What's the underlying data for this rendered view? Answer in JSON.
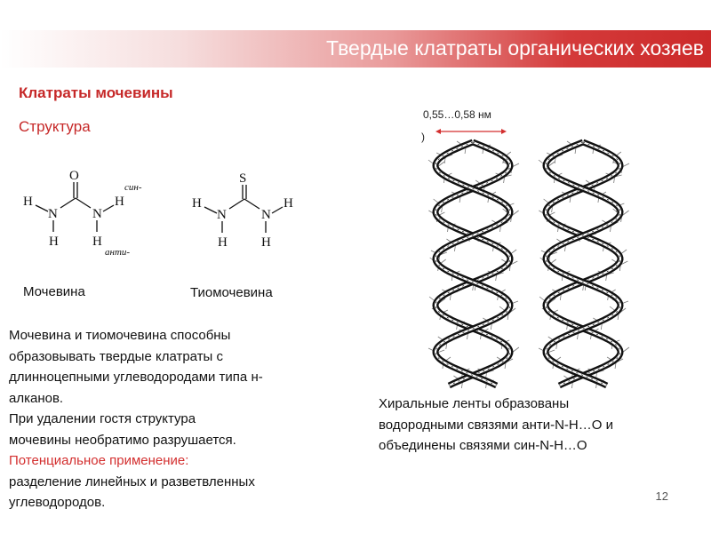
{
  "header": {
    "title": "Твердые клатраты органических хозяев"
  },
  "section": {
    "title": "Клатраты мочевины",
    "subtitle": "Структура"
  },
  "molecules": {
    "urea": {
      "name": "Мочевина",
      "atoms": {
        "O": "O",
        "H": "H",
        "N": "N"
      },
      "syn_label": "син-",
      "anti_label": "анти-"
    },
    "thiourea": {
      "name": "Тиомочевина",
      "atoms": {
        "S": "S",
        "H": "H",
        "N": "N"
      }
    }
  },
  "body": {
    "lines": [
      "Мочевина и тиомочевина способны",
      "образовывать твердые клатраты с",
      "длинноцепными углеводородами типа н-",
      "алканов.",
      "При удалении гостя структура",
      "мочевины необратимо разрушается."
    ],
    "highlight": "Потенциальное применение:",
    "tail_lines": [
      "разделение линейных и разветвленных",
      "углеводородов."
    ]
  },
  "figure": {
    "dimension_label": "0,55…0,58 нм",
    "caption_lines": [
      "Хиральные ленты образованы",
      "водородными связями анти-N-H…O и",
      "объединены связями син-N-H…O"
    ]
  },
  "colors": {
    "accent": "#d32f2f",
    "banner_end": "#cc2a2a"
  },
  "page_number": "12"
}
